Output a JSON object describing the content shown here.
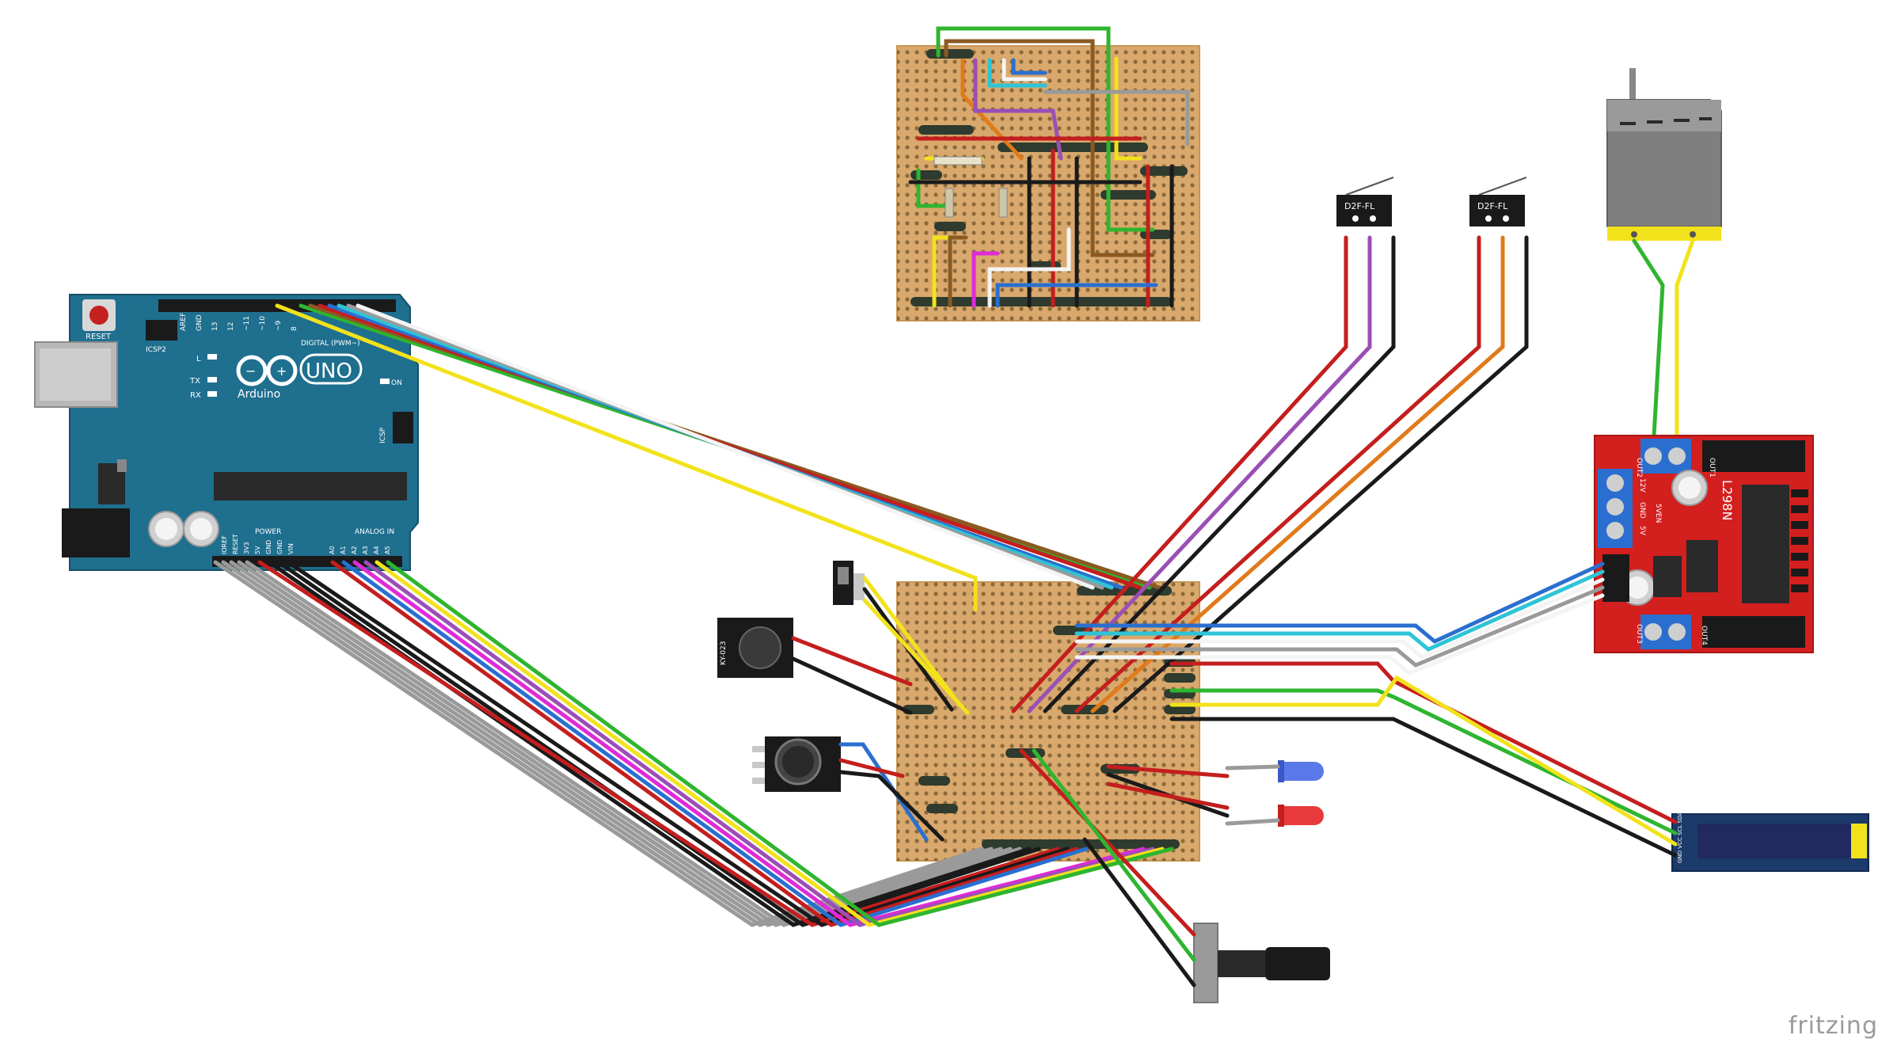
{
  "arduino": {
    "reset": "RESET",
    "icsp2": "ICSP2",
    "aref": "AREF",
    "gnd": "GND",
    "d13": "13",
    "d12": "12",
    "d11": "~11",
    "d10": "~10",
    "d9": "~9",
    "d8": "8",
    "digital": "DIGITAL (PWM~)",
    "led_l": "L",
    "led_tx": "TX",
    "led_rx": "RX",
    "uno": "UNO",
    "brand": "Arduino",
    "on": "ON",
    "icsp": "ICSP",
    "power": "POWER",
    "analog_in": "ANALOG IN",
    "p_ioref": "IOREF",
    "p_reset": "RESET",
    "p_3v3": "3V3",
    "p_5v": "5V",
    "p_gnd1": "GND",
    "p_gnd2": "GND",
    "p_vin": "VIN",
    "a0": "A0",
    "a1": "A1",
    "a2": "A2",
    "a3": "A3",
    "a4": "A4",
    "a5": "A5"
  },
  "switch_1_label": "D2F-FL",
  "switch_2_label": "D2F-FL",
  "driver": {
    "name": "L298N",
    "out1": "OUT1",
    "out2": "OUT2",
    "out3": "OUT3",
    "out4": "OUT4",
    "v12": "12V",
    "gnd": "GND",
    "v5": "5V",
    "v5en": "5VEN"
  },
  "joystick": {
    "label": "KY-023"
  },
  "oled": {
    "pins": "GND VCC SCL SDA"
  },
  "watermark": "fritzing",
  "colors": {
    "arduino_board": "#1f6f8f",
    "driver_board": "#d41f1f",
    "stripboard": "#d9a86c",
    "wire_red": "#c41e1e",
    "wire_black": "#1a1a1a",
    "wire_green": "#2fb52f",
    "wire_yellow": "#f2e21c",
    "wire_blue": "#2a6fd0",
    "wire_cyan": "#2ec4d6",
    "wire_gray": "#9a9a9a",
    "wire_white": "#f4f4f4",
    "wire_purple": "#9b4fb5",
    "wire_magenta": "#e02ad8",
    "wire_orange": "#e07a1a",
    "wire_brown": "#8a5a22"
  }
}
